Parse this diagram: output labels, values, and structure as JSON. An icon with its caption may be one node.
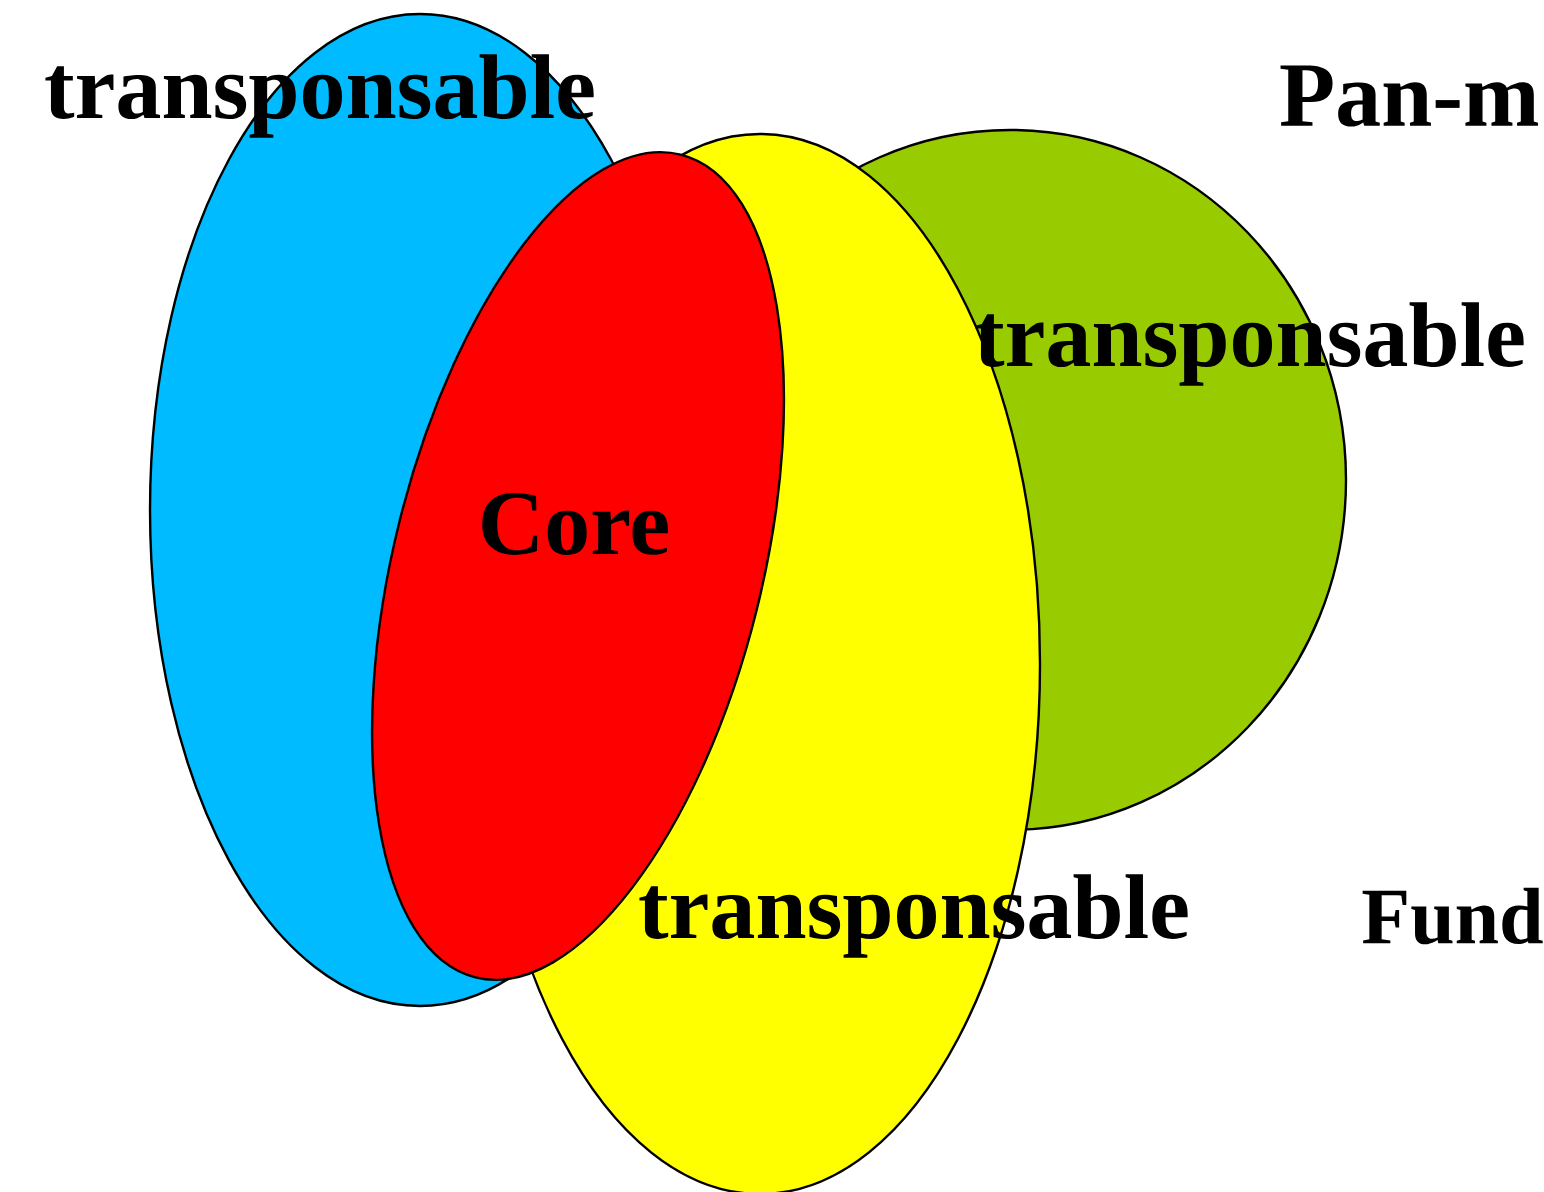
{
  "diagram": {
    "nodes": [
      {
        "text": [
          "transponsable"
        ]
      },
      {
        "text": [
          "transponsable"
        ]
      },
      {
        "text": [
          "transponsable"
        ]
      },
      {
        "text": [
          "Core"
        ]
      }
    ],
    "labels": [
      "Pan-m",
      "Fund"
    ]
  }
}
